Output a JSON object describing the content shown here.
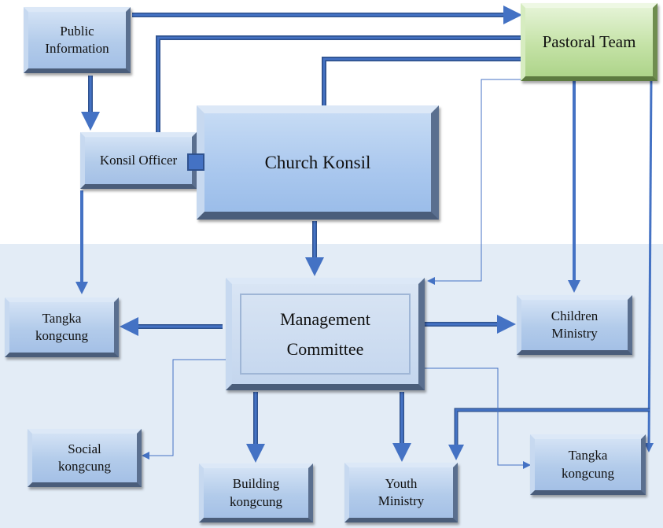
{
  "nodes": {
    "public_information": [
      "Public",
      "Information"
    ],
    "pastoral_team": "Pastoral Team",
    "konsil_officer": "Konsil Officer",
    "church_konsil": "Church Konsil",
    "management_committee": [
      "Management",
      "Committee"
    ],
    "tangka_kongcung_left": [
      "Tangka",
      "kongcung"
    ],
    "children_ministry": [
      "Children",
      "Ministry"
    ],
    "social_kongcung": [
      "Social",
      "kongcung"
    ],
    "building_kongcung": [
      "Building",
      "kongcung"
    ],
    "youth_ministry": [
      "Youth",
      "Ministry"
    ],
    "tangka_kongcung_right": [
      "Tangka",
      "kongcung"
    ]
  },
  "colors": {
    "connector": "#4472c4",
    "connector_dark": "#2f528f",
    "node_fill": "#b2cbea",
    "pastoral_fill": "#c4e2a6",
    "band": "#e3ecf6"
  }
}
